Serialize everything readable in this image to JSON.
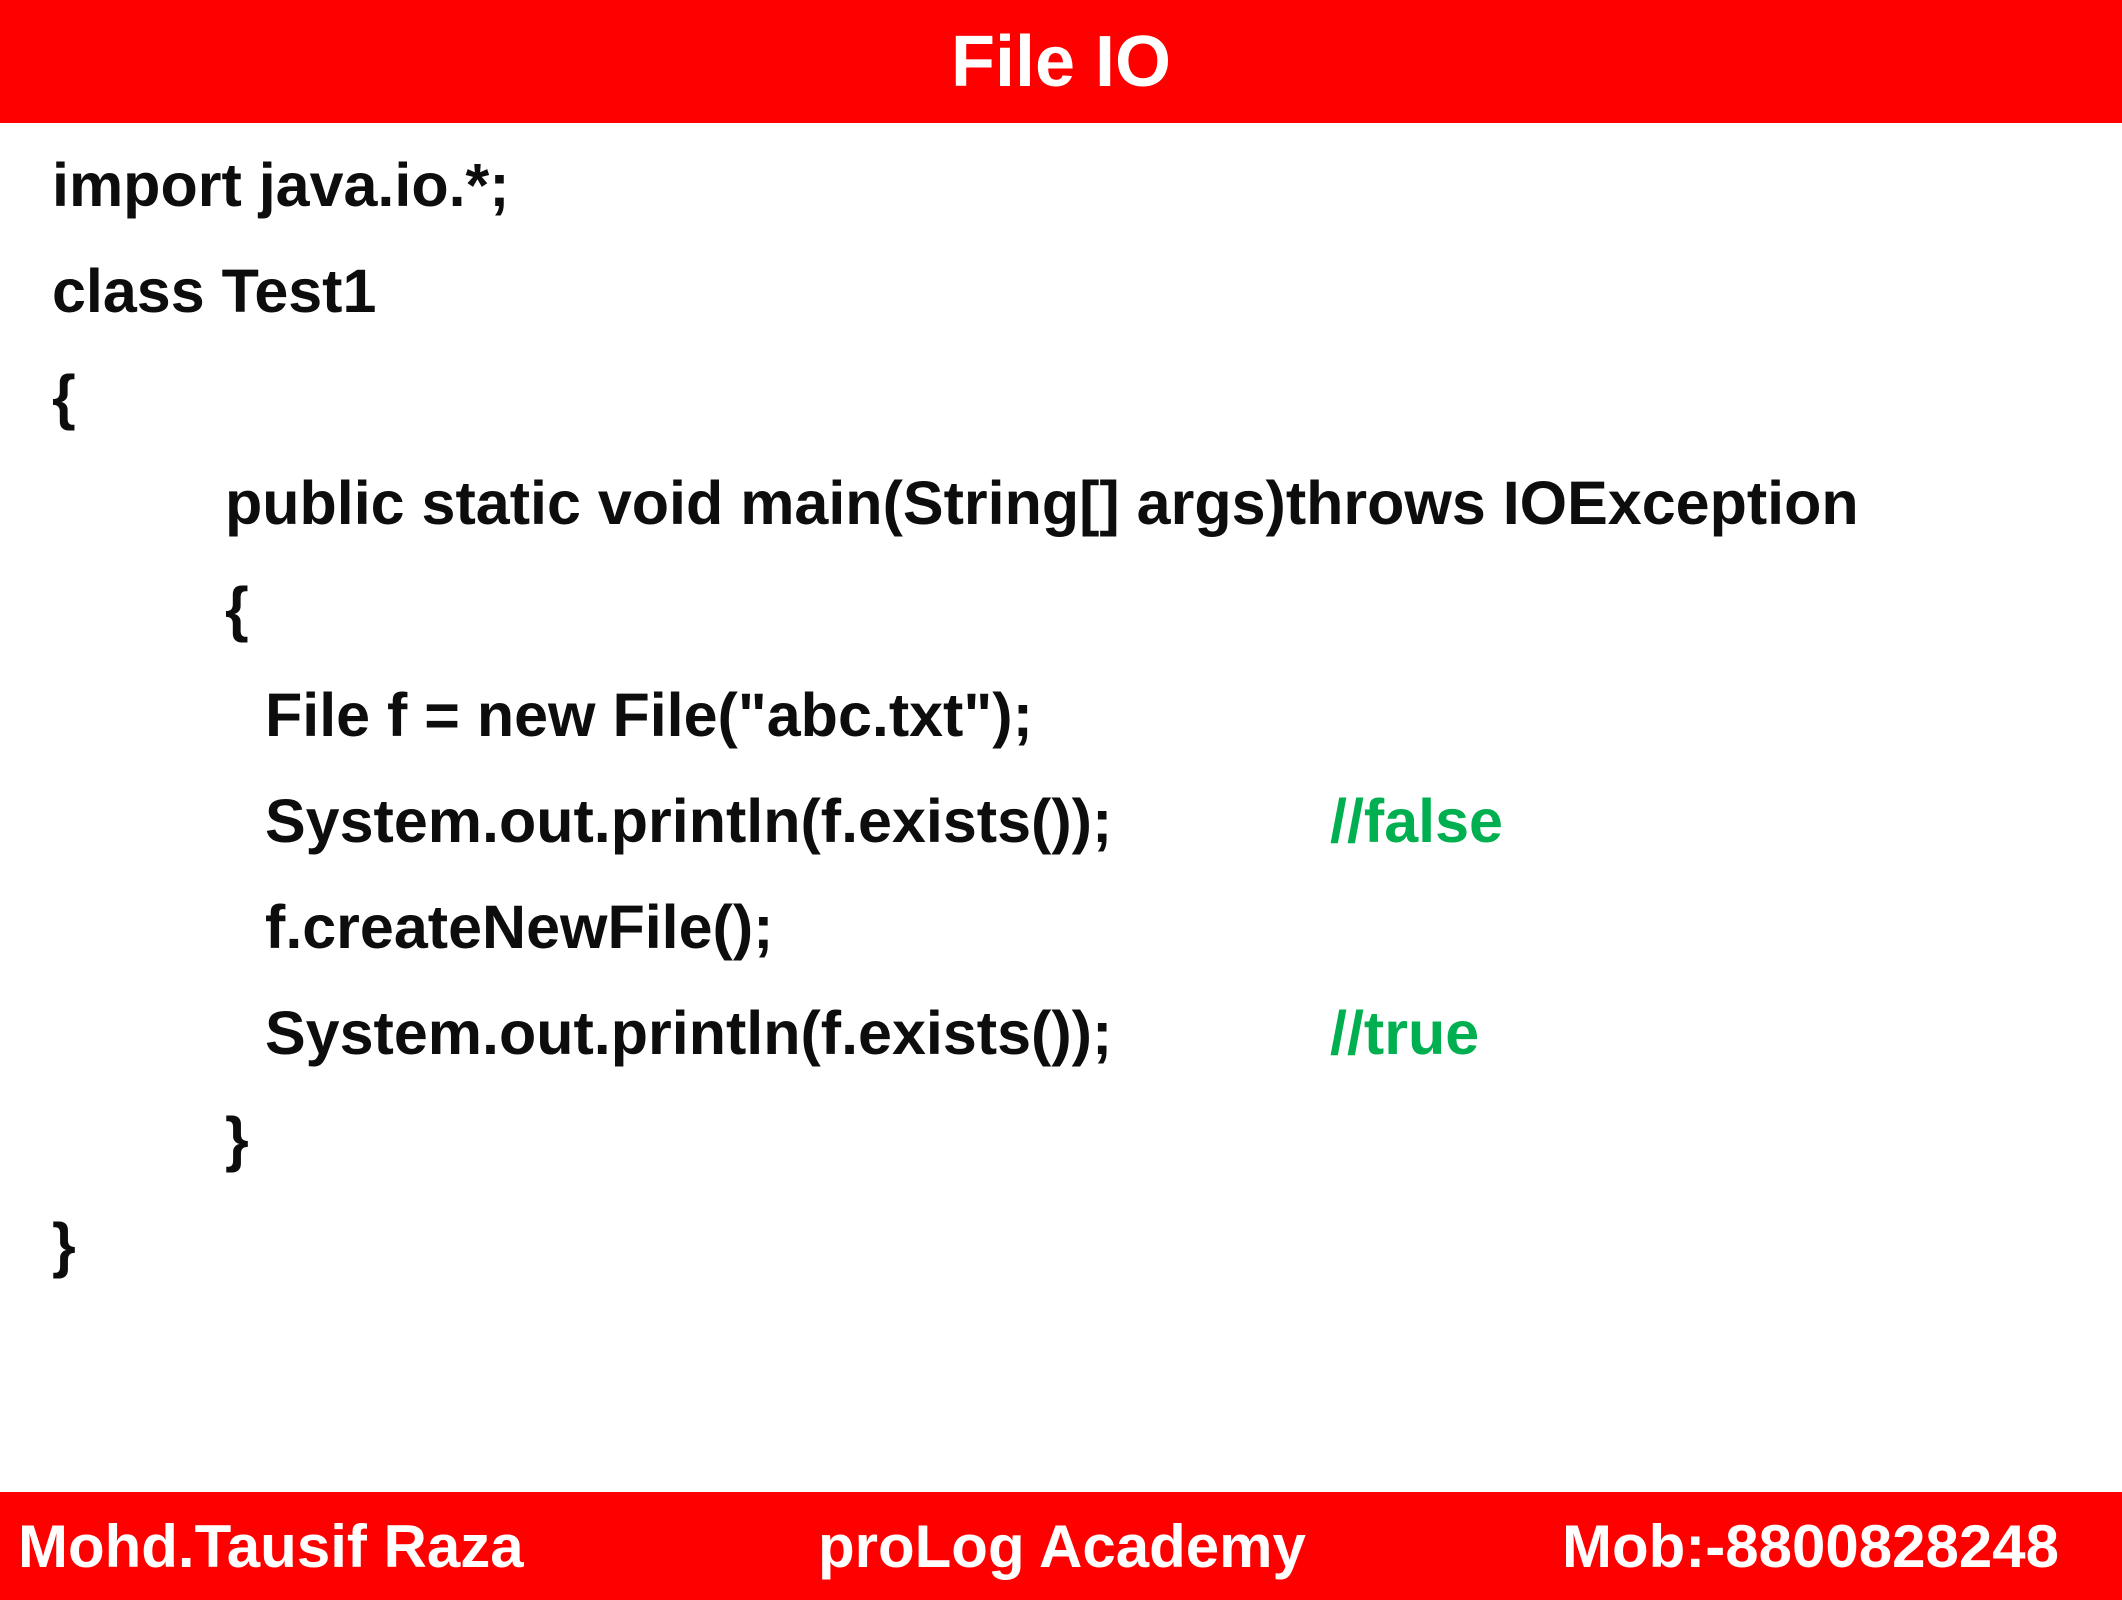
{
  "title": "File IO",
  "code": {
    "lines": [
      "import java.io.*;",
      "class Test1",
      "{",
      "public static void main(String[] args)throws IOException",
      "{",
      "File f = new File(\"abc.txt\");",
      "System.out.println(f.exists());",
      "f.createNewFile();",
      "System.out.println(f.exists());",
      "}",
      "}"
    ],
    "comments": {
      "first": "//false",
      "second": "//true"
    }
  },
  "colors": {
    "banner": "#ff0000",
    "comment": "#00b050",
    "code_text": "#0d0d0d",
    "banner_text": "#ffffff"
  },
  "footer": {
    "author": "Mohd.Tausif Raza",
    "academy": "proLog Academy",
    "mobile": "Mob:-8800828248"
  }
}
